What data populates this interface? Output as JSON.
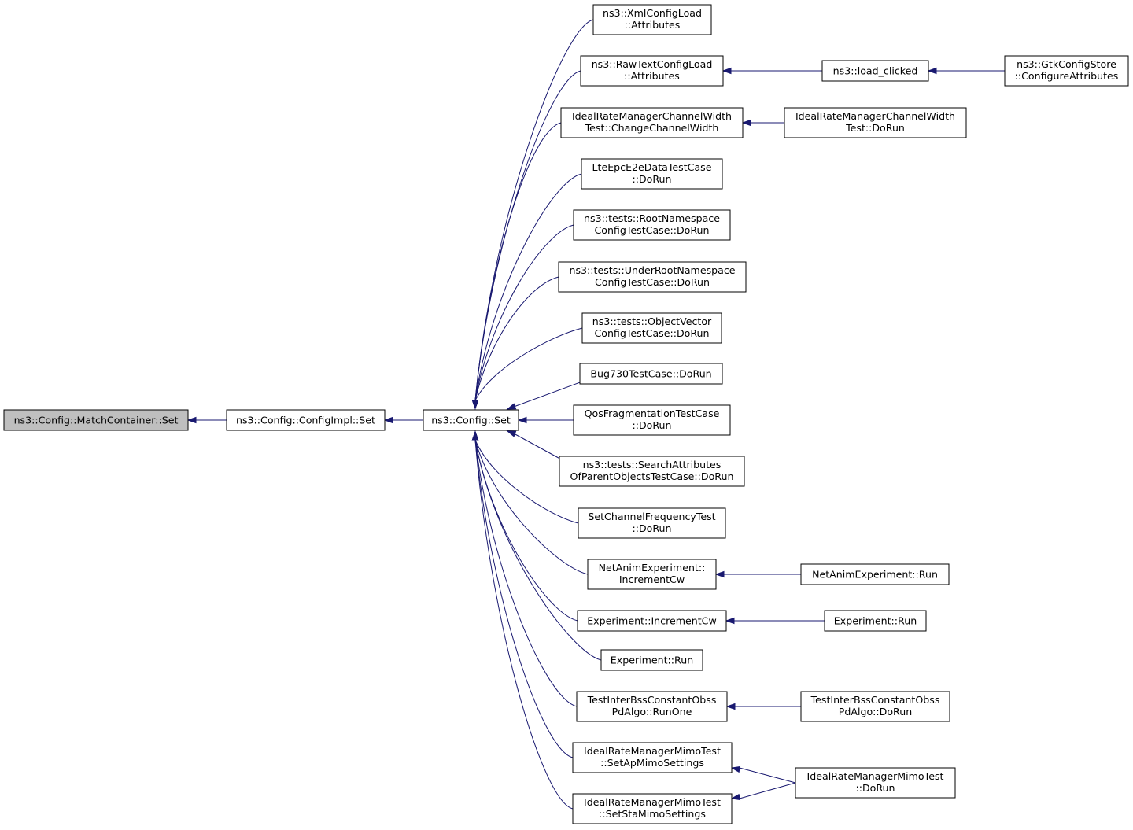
{
  "nodes": {
    "root": [
      "ns3::Config::MatchContainer::Set"
    ],
    "config_impl_set": [
      "ns3::Config::ConfigImpl::Set"
    ],
    "config_set": [
      "ns3::Config::Set"
    ],
    "xml_load": [
      "ns3::XmlConfigLoad",
      "::Attributes"
    ],
    "raw_load": [
      "ns3::RawTextConfigLoad",
      "::Attributes"
    ],
    "load_clicked": [
      "ns3::load_clicked"
    ],
    "gtk_store": [
      "ns3::GtkConfigStore",
      "::ConfigureAttributes"
    ],
    "irm_cw_change": [
      "IdealRateManagerChannelWidth",
      "Test::ChangeChannelWidth"
    ],
    "irm_cw_dorun": [
      "IdealRateManagerChannelWidth",
      "Test::DoRun"
    ],
    "lte_e2e": [
      "LteEpcE2eDataTestCase",
      "::DoRun"
    ],
    "root_ns": [
      "ns3::tests::RootNamespace",
      "ConfigTestCase::DoRun"
    ],
    "under_root_ns": [
      "ns3::tests::UnderRootNamespace",
      "ConfigTestCase::DoRun"
    ],
    "object_vector": [
      "ns3::tests::ObjectVector",
      "ConfigTestCase::DoRun"
    ],
    "bug730": [
      "Bug730TestCase::DoRun"
    ],
    "qos_frag": [
      "QosFragmentationTestCase",
      "::DoRun"
    ],
    "search_attr": [
      "ns3::tests::SearchAttributes",
      "OfParentObjectsTestCase::DoRun"
    ],
    "set_channel_freq": [
      "SetChannelFrequencyTest",
      "::DoRun"
    ],
    "netanim_inc": [
      "NetAnimExperiment::",
      "IncrementCw"
    ],
    "netanim_run": [
      "NetAnimExperiment::Run"
    ],
    "exp_inc": [
      "Experiment::IncrementCw"
    ],
    "exp_run_right": [
      "Experiment::Run"
    ],
    "exp_run_mid": [
      "Experiment::Run"
    ],
    "obss_runone": [
      "TestInterBssConstantObss",
      "PdAlgo::RunOne"
    ],
    "obss_dorun": [
      "TestInterBssConstantObss",
      "PdAlgo::DoRun"
    ],
    "mimo_ap": [
      "IdealRateManagerMimoTest",
      "::SetApMimoSettings"
    ],
    "mimo_sta": [
      "IdealRateManagerMimoTest",
      "::SetStaMimoSettings"
    ],
    "mimo_dorun": [
      "IdealRateManagerMimoTest",
      "::DoRun"
    ]
  },
  "edges": [
    [
      "config_impl_set",
      "root"
    ],
    [
      "config_set",
      "config_impl_set"
    ],
    [
      "xml_load",
      "config_set"
    ],
    [
      "raw_load",
      "config_set"
    ],
    [
      "irm_cw_change",
      "config_set"
    ],
    [
      "lte_e2e",
      "config_set"
    ],
    [
      "root_ns",
      "config_set"
    ],
    [
      "under_root_ns",
      "config_set"
    ],
    [
      "object_vector",
      "config_set"
    ],
    [
      "bug730",
      "config_set"
    ],
    [
      "qos_frag",
      "config_set"
    ],
    [
      "search_attr",
      "config_set"
    ],
    [
      "set_channel_freq",
      "config_set"
    ],
    [
      "netanim_inc",
      "config_set"
    ],
    [
      "exp_inc",
      "config_set"
    ],
    [
      "exp_run_mid",
      "config_set"
    ],
    [
      "obss_runone",
      "config_set"
    ],
    [
      "mimo_ap",
      "config_set"
    ],
    [
      "mimo_sta",
      "config_set"
    ],
    [
      "load_clicked",
      "raw_load"
    ],
    [
      "gtk_store",
      "load_clicked"
    ],
    [
      "irm_cw_dorun",
      "irm_cw_change"
    ],
    [
      "netanim_run",
      "netanim_inc"
    ],
    [
      "exp_run_right",
      "exp_inc"
    ],
    [
      "obss_dorun",
      "obss_runone"
    ],
    [
      "mimo_dorun",
      "mimo_ap"
    ],
    [
      "mimo_dorun",
      "mimo_sta"
    ]
  ],
  "colors": {
    "edge": "#191970",
    "root_fill": "#bfbfbf",
    "node_fill": "#ffffff",
    "node_border": "#000000"
  }
}
